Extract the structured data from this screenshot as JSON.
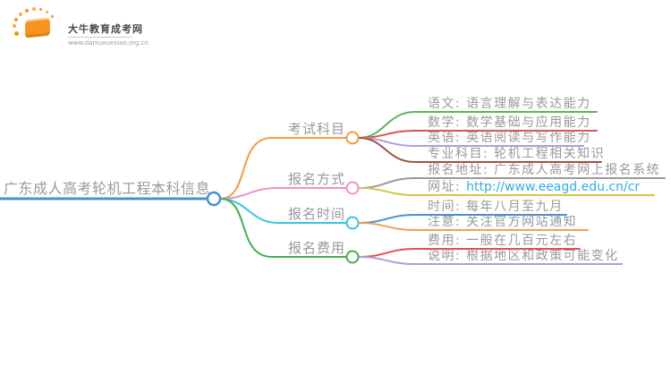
{
  "logo": {
    "site_name": "大牛教育成考网",
    "site_url": "www.daniuxuexiao.org.cn",
    "brand_color": "#f7941d"
  },
  "mindmap": {
    "root": {
      "label": "广东成人高考轮机工程本科信息",
      "color": "#4a8fd0"
    },
    "branches": [
      {
        "label": "考试科目",
        "color": "#f79a3d",
        "children": [
          {
            "label": "语文: 语言理解与表达能力",
            "color": "#59b65a"
          },
          {
            "label": "数学: 数学基础与应用能力",
            "color": "#e05252"
          },
          {
            "label": "英语: 英语阅读与写作能力",
            "color": "#b09ddb"
          },
          {
            "label": "专业科目: 轮机工程相关知识",
            "color": "#9d5347"
          }
        ]
      },
      {
        "label": "报名方式",
        "color": "#ef93c6",
        "children": [
          {
            "label": "报名地址: 广东成人高考网上报名系统",
            "color": "#9a9a9a"
          },
          {
            "label": "网址: ",
            "link_text": "http://www.eeagd.edu.cn/cr",
            "link_color": "#30aee8",
            "color": "#d2c84b"
          }
        ]
      },
      {
        "label": "报名时间",
        "color": "#35c6dc",
        "children": [
          {
            "label": "时间: 每年八月至九月",
            "color": "#4a8fd0"
          },
          {
            "label": "注意: 关注官方网站通知",
            "color": "#f5a050"
          }
        ]
      },
      {
        "label": "报名费用",
        "color": "#44ae52",
        "children": [
          {
            "label": "费用: 一般在几百元左右",
            "color": "#e05252"
          },
          {
            "label": "说明: 根据地区和政策可能变化",
            "color": "#b09ddb"
          }
        ]
      }
    ]
  }
}
